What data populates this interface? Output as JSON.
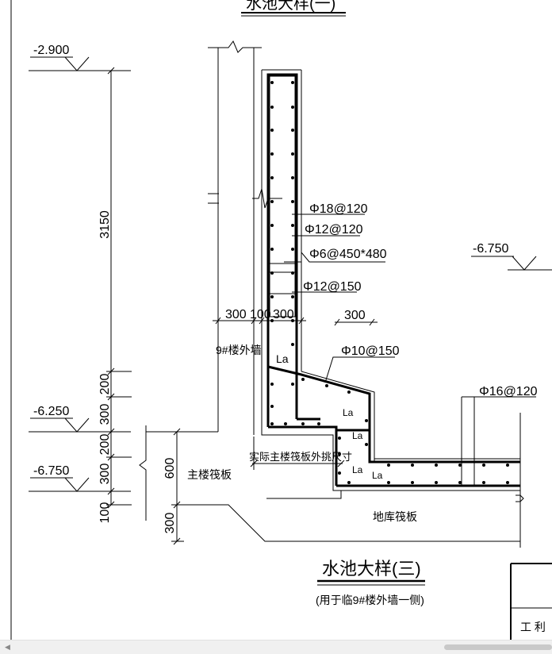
{
  "drawing": {
    "top_title": "水池大样(一)",
    "section_title": "水池大样(三)",
    "section_note": "(用于临9#楼外墙一侧)",
    "levels": [
      "-2.900",
      "-6.250",
      "-6.750",
      "-6.750"
    ],
    "dimensions": {
      "h3150": "3150",
      "h200a": "200",
      "h300a": "300",
      "h200b": "200",
      "h300b": "300",
      "h100": "100",
      "h600": "600",
      "h300c": "300",
      "w300a": "300",
      "w100": "100",
      "w300b": "300",
      "w300c": "300"
    },
    "rebars": {
      "r1": "Φ18@120",
      "r2": "Φ12@120",
      "r3": "Φ6@450*480",
      "r4": "Φ12@150",
      "r5": "Φ10@150",
      "r6": "Φ16@120"
    },
    "labels": {
      "wall": "9#楼外墙",
      "main_raft": "主楼筏板",
      "raft_extension": "实际主楼筏板外挑尺寸",
      "garage_raft": "地库筏板"
    },
    "anchor_labels": [
      "La",
      "La",
      "La",
      "La",
      "La"
    ],
    "title_block_text": "工 利"
  }
}
